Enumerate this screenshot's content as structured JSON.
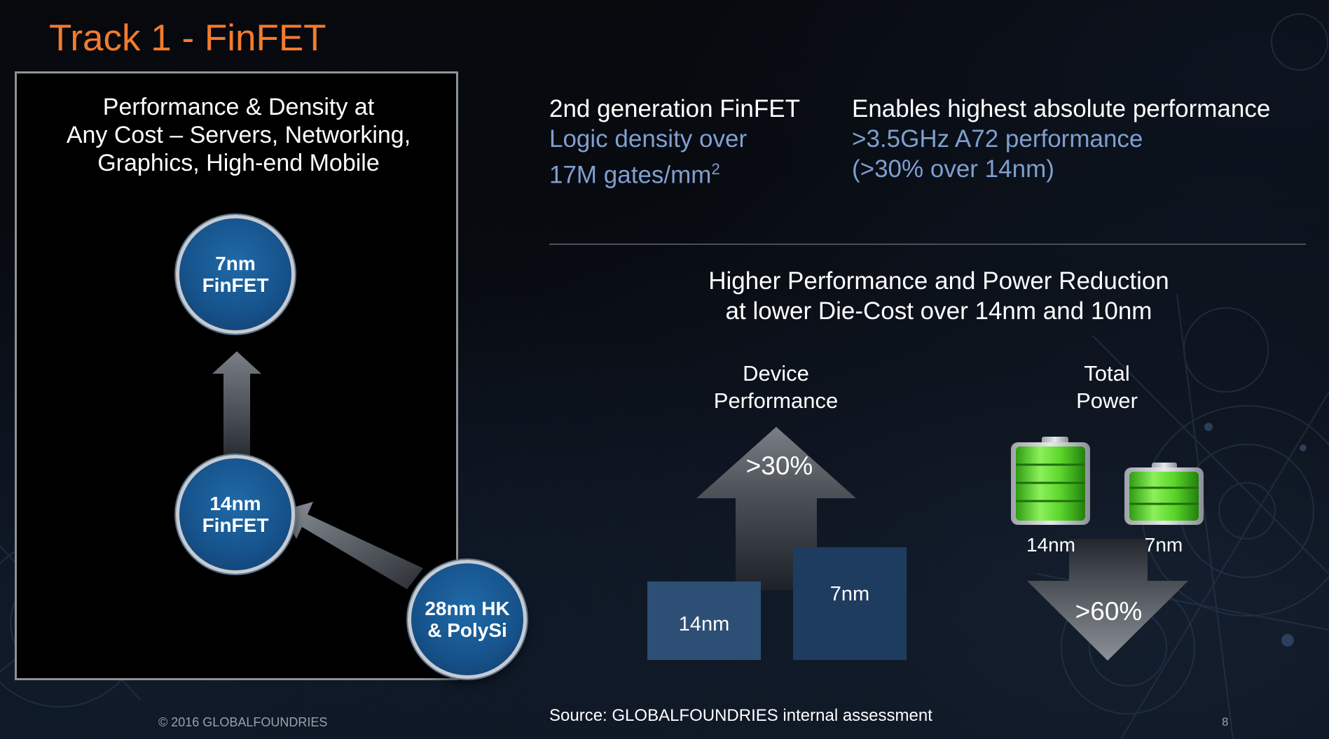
{
  "slide": {
    "title": "Track 1 - FinFET",
    "accent_color": "#f37b2e",
    "copyright": "© 2016 GLOBALFOUNDRIES",
    "page_number": "8"
  },
  "left_panel": {
    "heading_lines": [
      "Performance & Density at",
      "Any Cost – Servers, Networking,",
      "Graphics, High-end Mobile"
    ],
    "nodes": [
      {
        "lines": [
          "7nm",
          "FinFET"
        ]
      },
      {
        "lines": [
          "14nm",
          "FinFET"
        ]
      },
      {
        "lines": [
          "28nm HK",
          "& PolySi"
        ]
      }
    ],
    "node_color": "#1a5c98"
  },
  "stats": {
    "density": {
      "heading": "2nd generation FinFET",
      "line1": "Logic density over",
      "line2": "17M gates/mm",
      "superscript": "2"
    },
    "performance": {
      "heading": "Enables highest absolute performance",
      "line1": ">3.5GHz A72 performance",
      "line2": "(>30% over 14nm)"
    },
    "highlight_color": "#7f9fcf"
  },
  "comparison": {
    "heading_lines": [
      "Higher Performance and Power Reduction",
      "at lower Die-Cost over 14nm and 10nm"
    ],
    "device_performance": {
      "label_lines": [
        "Device",
        "Performance"
      ],
      "delta": ">30%",
      "bars": [
        {
          "label": "14nm",
          "level": 0.68
        },
        {
          "label": "7nm",
          "level": 1.0
        }
      ]
    },
    "total_power": {
      "label_lines": [
        "Total",
        "Power"
      ],
      "delta": ">60%",
      "batteries": [
        {
          "label": "14nm",
          "level": 1.0
        },
        {
          "label": "7nm",
          "level": 0.6
        }
      ]
    }
  },
  "source": "Source: GLOBALFOUNDRIES internal assessment"
}
